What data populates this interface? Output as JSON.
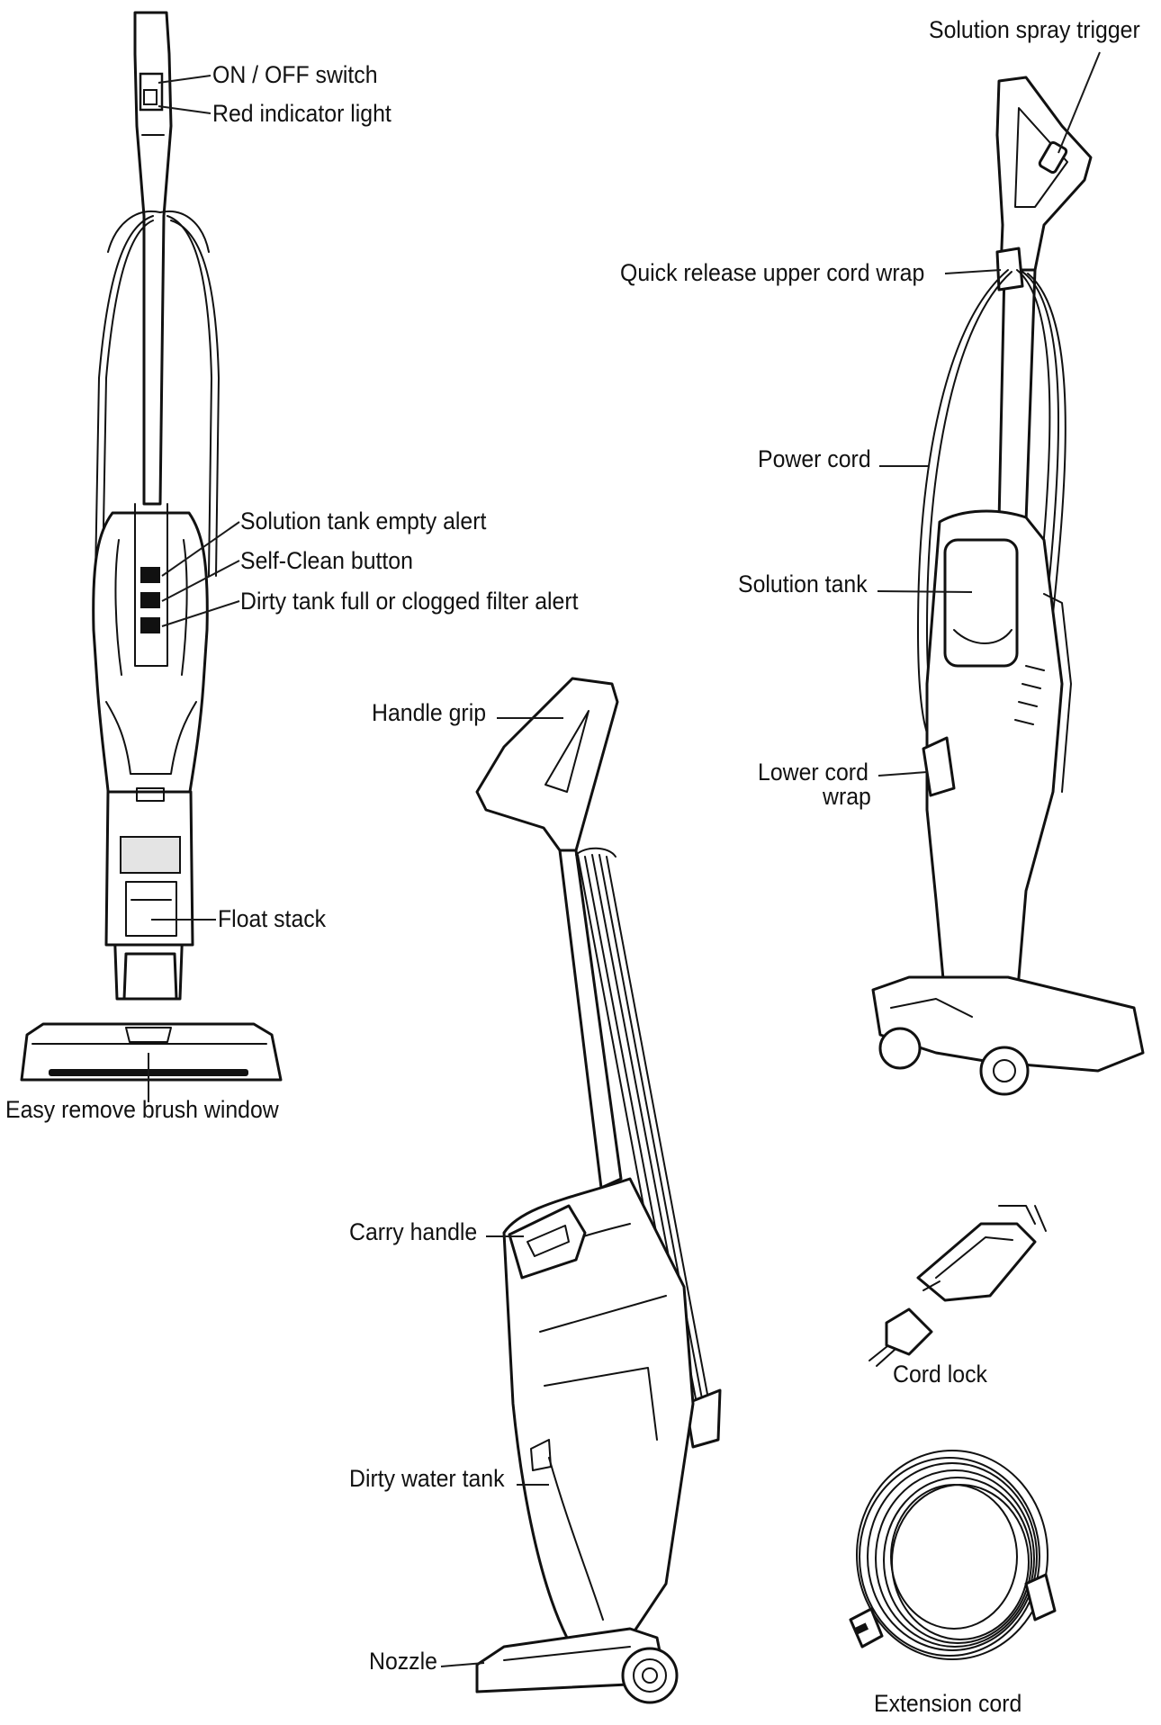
{
  "labels": {
    "on_off_switch": "ON / OFF switch",
    "red_indicator_light": "Red indicator light",
    "solution_tank_empty_alert": "Solution tank empty alert",
    "self_clean_button": "Self-Clean button",
    "dirty_tank_alert": "Dirty tank full or clogged filter alert",
    "float_stack": "Float stack",
    "easy_remove_brush_window": "Easy remove brush window",
    "solution_spray_trigger": "Solution spray trigger",
    "quick_release_upper_cord_wrap": "Quick release upper cord wrap",
    "power_cord": "Power cord",
    "solution_tank": "Solution tank",
    "lower_cord_wrap_line1": "Lower cord",
    "lower_cord_wrap_line2": "wrap",
    "handle_grip": "Handle grip",
    "carry_handle": "Carry handle",
    "dirty_water_tank": "Dirty water tank",
    "nozzle": "Nozzle",
    "cord_lock": "Cord lock",
    "extension_cord": "Extension cord"
  }
}
